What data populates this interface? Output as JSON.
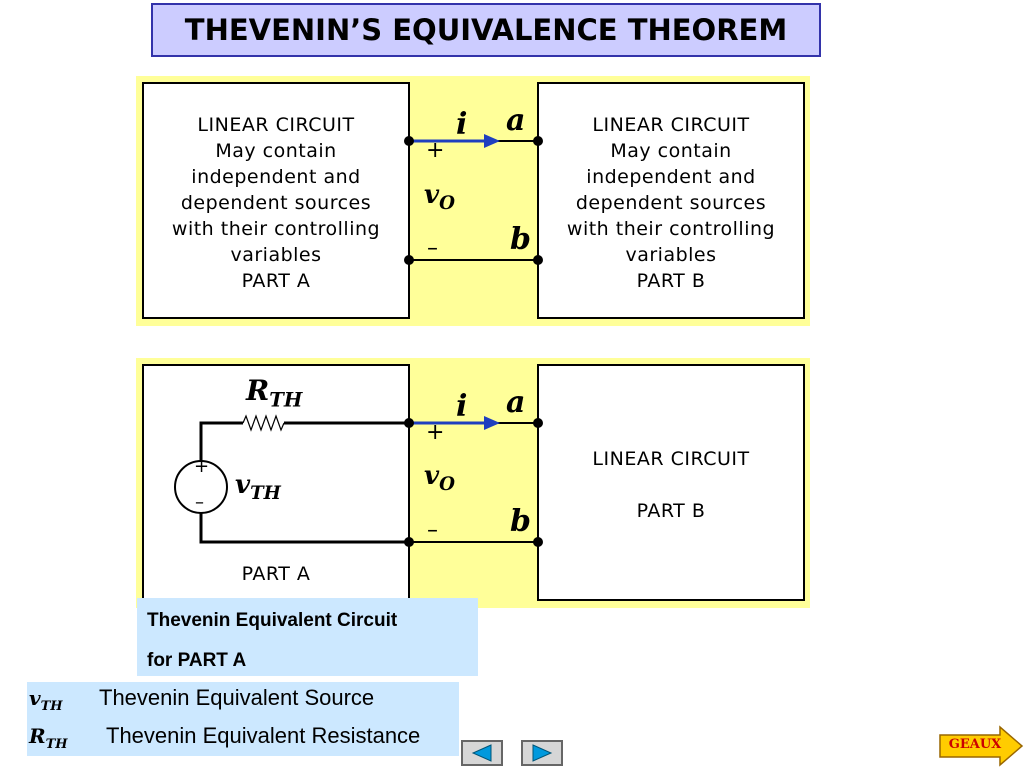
{
  "title": "THEVENIN’S EQUIVALENCE THEOREM",
  "top": {
    "left_box_lines": [
      "LINEAR CIRCUIT",
      "May contain",
      "independent and",
      "dependent sources",
      "with their controlling",
      "variables",
      "PART  A"
    ],
    "right_box_lines": [
      "LINEAR CIRCUIT",
      "May contain",
      "independent and",
      "dependent sources",
      "with their controlling",
      "variables",
      "PART  B"
    ],
    "current_symbol": "i",
    "node_a": "a",
    "node_b": "b",
    "plus": "+",
    "minus": "–",
    "voltage_symbol": "v",
    "voltage_sub": "O"
  },
  "bottom": {
    "resistor_symbol": "R",
    "resistor_sub": "TH",
    "source_symbol": "v",
    "source_sub": "TH",
    "source_plus": "+",
    "source_minus": "–",
    "left_box_label": "PART  A",
    "right_box_title": "LINEAR CIRCUIT",
    "right_box_part": "PART  B",
    "current_symbol": "i",
    "node_a": "a",
    "node_b": "b",
    "plus": "+",
    "minus": "–",
    "voltage_symbol": "v",
    "voltage_sub": "O"
  },
  "caption": {
    "line1": "Thevenin Equivalent Circuit",
    "line2": "for PART  A"
  },
  "legend": [
    {
      "symbol": "v",
      "sub": "TH",
      "text": "Thevenin Equivalent Source"
    },
    {
      "symbol": "R",
      "sub": "TH",
      "text": "Thevenin Equivalent Resistance"
    }
  ],
  "nav": {
    "prev_icon": "triangle-left-icon",
    "next_icon": "triangle-right-icon",
    "geaux_label": "GEAUX"
  },
  "colors": {
    "title_bg": "#ccccff",
    "panel_bg": "#ffff99",
    "caption_bg": "#cce8ff",
    "arrow": "#1f3fbf",
    "nav_arrow": "#0099dd",
    "geaux_bg": "#ffcc00",
    "geaux_text": "#cc0000"
  }
}
